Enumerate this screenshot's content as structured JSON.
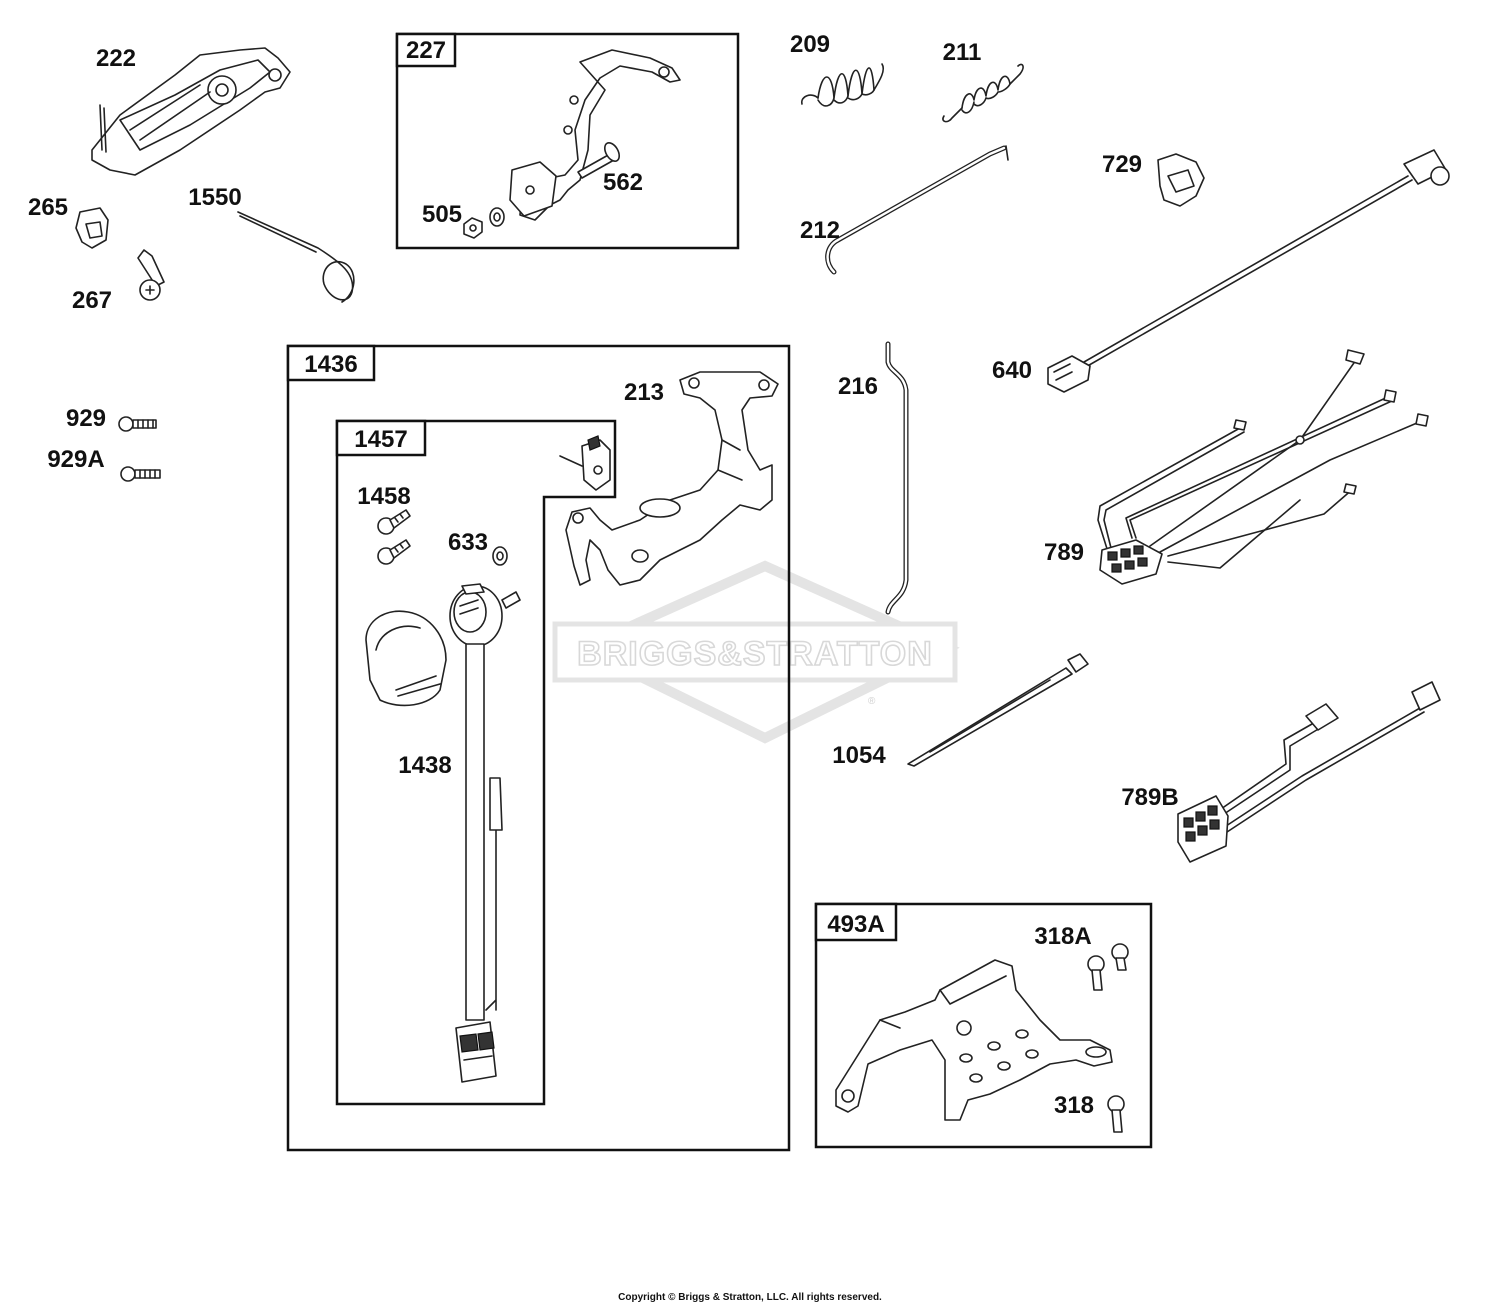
{
  "watermark": {
    "text": "BRIGGS&STRATTON",
    "registered_mark": "®"
  },
  "copyright": "Copyright © Briggs & Stratton, LLC. All rights reserved.",
  "groups": {
    "g227": "227",
    "g1436": "1436",
    "g1457": "1457",
    "g493A": "493A"
  },
  "parts": {
    "p222": "222",
    "p265": "265",
    "p267": "267",
    "p1550": "1550",
    "p505": "505",
    "p562": "562",
    "p209": "209",
    "p211": "211",
    "p212": "212",
    "p729": "729",
    "p640": "640",
    "p929": "929",
    "p929A": "929A",
    "p213": "213",
    "p1458": "1458",
    "p633": "633",
    "p1438": "1438",
    "p216": "216",
    "p789": "789",
    "p1054": "1054",
    "p789B": "789B",
    "p318A": "318A",
    "p318": "318"
  }
}
